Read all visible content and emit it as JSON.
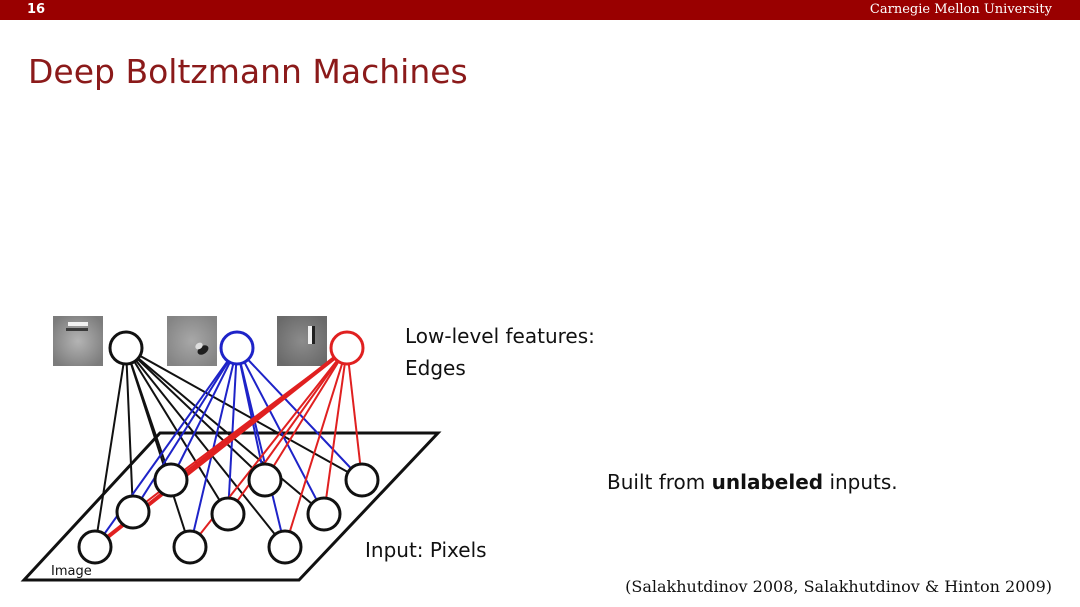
{
  "header": {
    "slide_number": "16",
    "university": "Carnegie Mellon University",
    "bar_color": "#990000"
  },
  "title": "Deep Boltzmann Machines",
  "diagram": {
    "plane_label": "Image",
    "feature_label_line1": "Low-level features:",
    "feature_label_line2": "Edges",
    "input_label": "Input: Pixels",
    "hidden_unit_colors": [
      "#111111",
      "#1e23c8",
      "#e02020"
    ]
  },
  "body": {
    "built_prefix": "Built from",
    "built_bold": "unlabeled",
    "built_suffix": "inputs."
  },
  "citation": "(Salakhutdinov 2008, Salakhutdinov & Hinton 2009)"
}
